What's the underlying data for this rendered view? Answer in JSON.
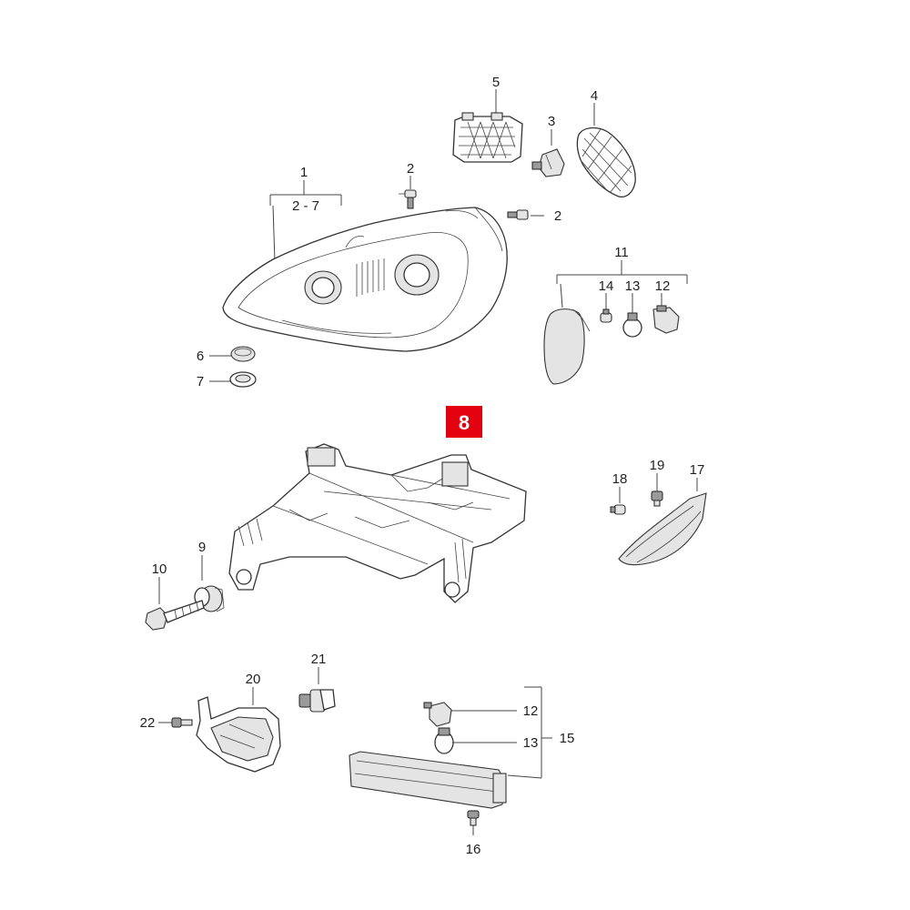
{
  "labels": {
    "l1": "1",
    "l1_range": "2 - 7",
    "l2a": "2",
    "l2b": "2",
    "l3": "3",
    "l4": "4",
    "l5": "5",
    "l6": "6",
    "l7": "7",
    "l8": "8",
    "l9": "9",
    "l10": "10",
    "l11": "11",
    "l12a": "12",
    "l13a": "13",
    "l14": "14",
    "l17": "17",
    "l18": "18",
    "l19": "19",
    "l20": "20",
    "l21": "21",
    "l22": "22",
    "l12b": "12",
    "l13b": "13",
    "l15": "15",
    "l16": "16"
  },
  "highlight_color": "#e3000f"
}
